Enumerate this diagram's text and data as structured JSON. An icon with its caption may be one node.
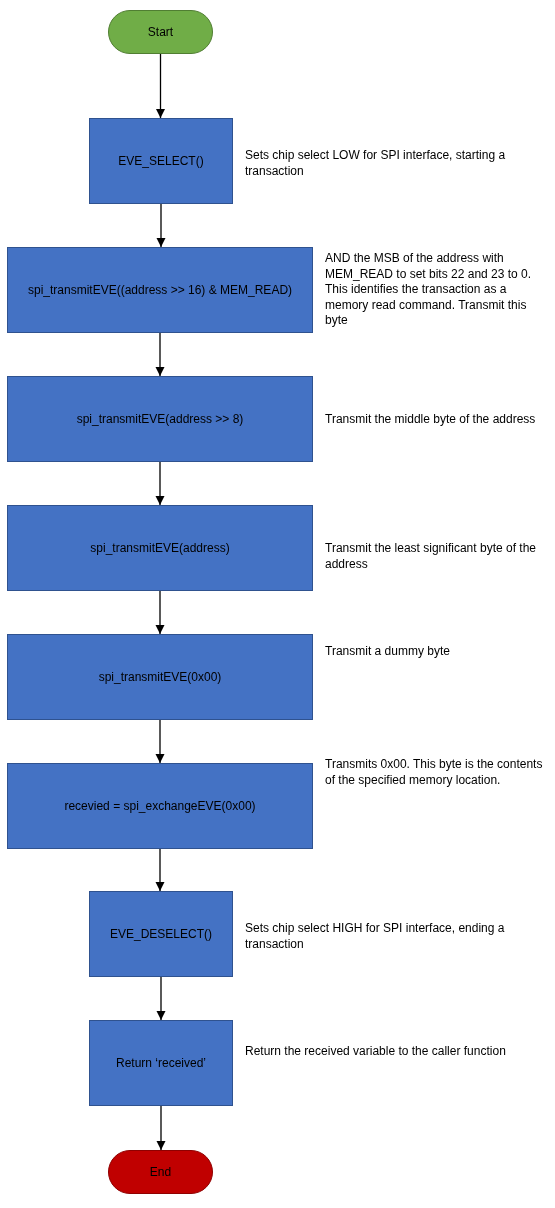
{
  "diagram": {
    "nodes": [
      {
        "text": [
          "Start"
        ]
      },
      {
        "text": [
          "EVE_SELECT()"
        ],
        "beside": [
          "Sets chip select LOW for SPI interface, starting a transaction"
        ]
      },
      {
        "text": [
          "spi_transmitEVE((address >> 16) & MEM_READ)"
        ],
        "beside": [
          "AND the MSB of the address with MEM_READ to set bits 22 and 23 to 0. This identifies the transaction as a memory read command. Transmit this byte"
        ]
      },
      {
        "text": [
          "spi_transmitEVE(address >> 8)"
        ],
        "beside": [
          "Transmit the middle byte of the address"
        ]
      },
      {
        "text": [
          "spi_transmitEVE(address)"
        ],
        "beside": [
          "Transmit the least significant byte of the address"
        ]
      },
      {
        "text": [
          "spi_transmitEVE(0x00)"
        ],
        "beside": [
          "Transmit a dummy byte"
        ]
      },
      {
        "text": [
          "recevied = spi_exchangeEVE(0x00)"
        ],
        "beside": [
          "Transmits 0x00. This byte is the contents of the specified memory location."
        ]
      },
      {
        "text": [
          "EVE_DESELECT()"
        ],
        "beside": [
          "Sets chip select HIGH for SPI interface, ending a transaction"
        ]
      },
      {
        "text": [
          "Return ‘received’"
        ],
        "beside": [
          "Return the received variable to the caller function"
        ]
      },
      {
        "text": [
          "End"
        ]
      }
    ],
    "edges": [
      {
        "from": 0,
        "to": 1,
        "arrow": "to"
      },
      {
        "from": 1,
        "to": 2,
        "arrow": "to"
      },
      {
        "from": 2,
        "to": 3,
        "arrow": "to"
      },
      {
        "from": 3,
        "to": 4,
        "arrow": "to"
      },
      {
        "from": 4,
        "to": 5,
        "arrow": "to"
      },
      {
        "from": 5,
        "to": 6,
        "arrow": "to"
      },
      {
        "from": 6,
        "to": 7,
        "arrow": "to"
      },
      {
        "from": 7,
        "to": 8,
        "arrow": "to"
      },
      {
        "from": 8,
        "to": 9,
        "arrow": "to"
      }
    ]
  }
}
